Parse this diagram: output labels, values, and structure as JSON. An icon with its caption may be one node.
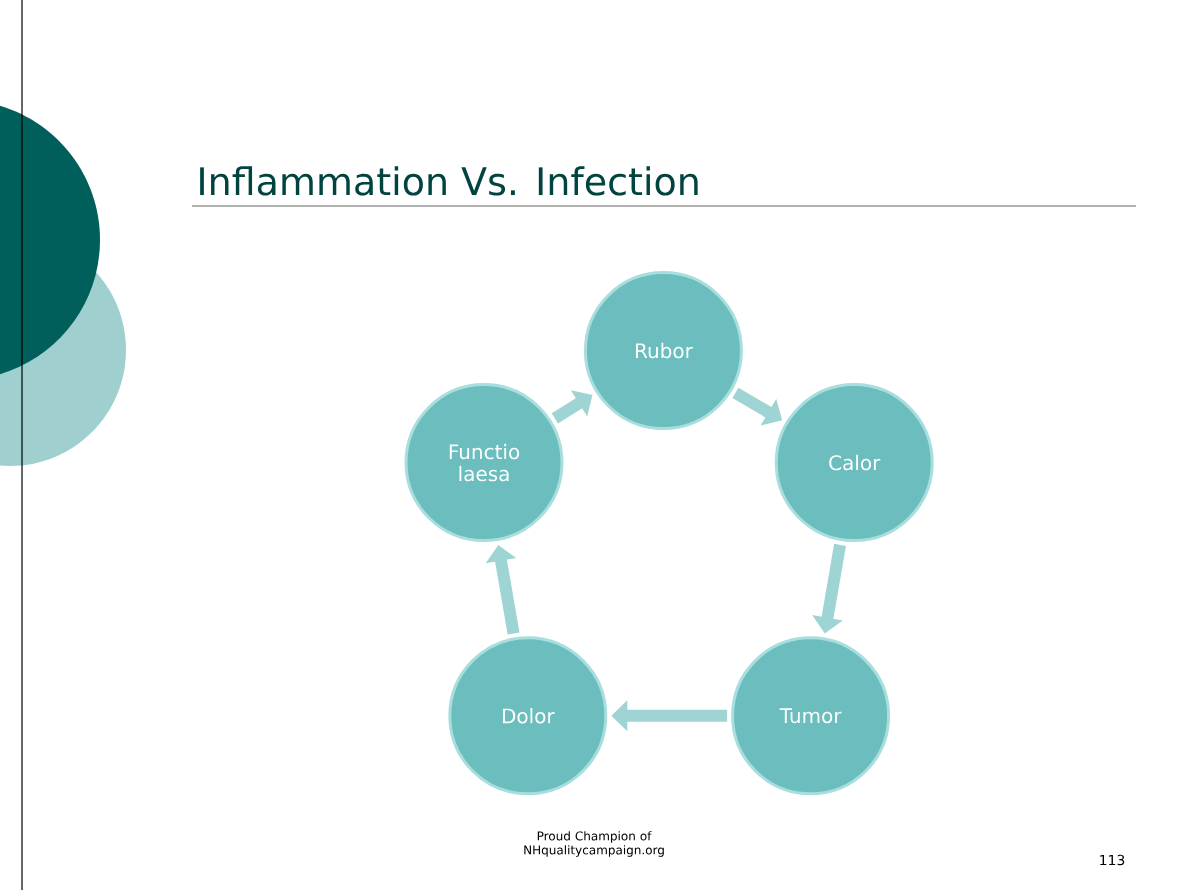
{
  "diagram": {
    "title": "Inflammation Vs. Infection",
    "nodes": [
      {
        "text": [
          "Rubor"
        ]
      },
      {
        "text": [
          "Calor"
        ]
      },
      {
        "text": [
          "Tumor"
        ]
      },
      {
        "text": [
          "Dolor"
        ]
      },
      {
        "text": [
          "Functio laesa"
        ]
      }
    ],
    "edges": [
      {
        "from": 0,
        "to": 1,
        "arrow": "to"
      },
      {
        "from": 1,
        "to": 2,
        "arrow": "to"
      },
      {
        "from": 2,
        "to": 3,
        "arrow": "to"
      },
      {
        "from": 3,
        "to": 4,
        "arrow": "to"
      },
      {
        "from": 4,
        "to": 0,
        "arrow": "to"
      }
    ],
    "labels": [
      "Proud Champion of NHqualitycampaign.org",
      "113"
    ]
  }
}
